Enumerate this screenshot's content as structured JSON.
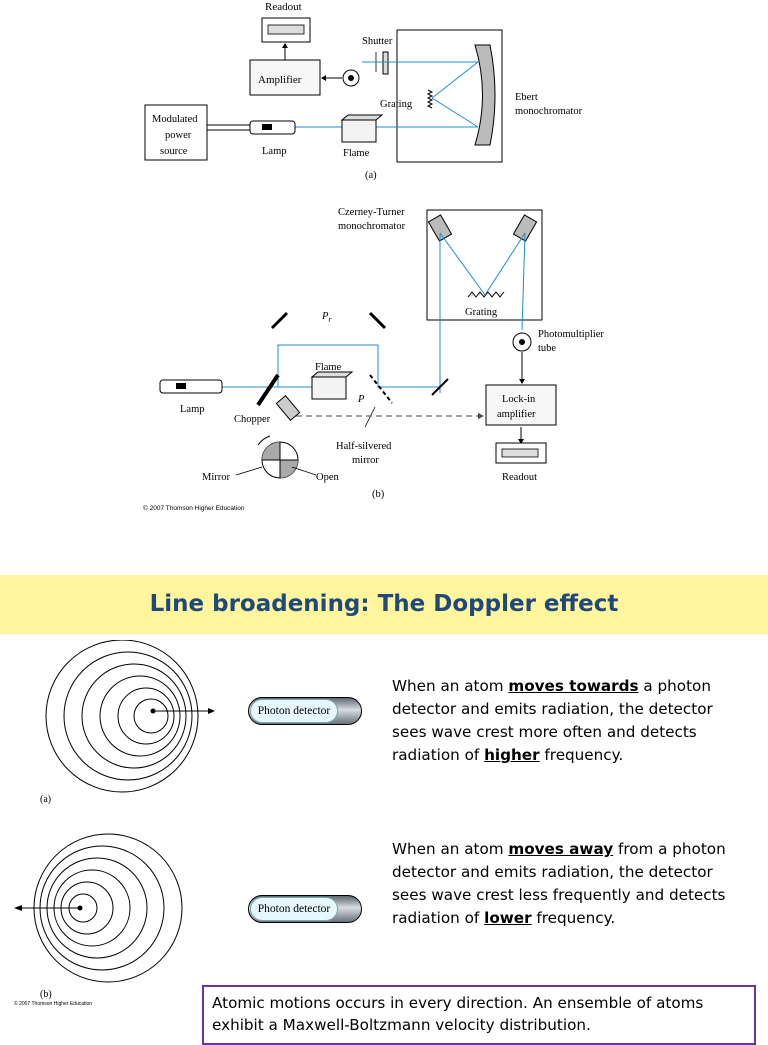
{
  "diagram_a": {
    "readout": "Readout",
    "shutter": "Shutter",
    "amplifier": "Amplifier",
    "grating": "Grating",
    "ebert_line1": "Ebert",
    "ebert_line2": "monochromator",
    "power_line1": "Modulated",
    "power_line2": "power",
    "power_line3": "source",
    "lamp": "Lamp",
    "flame": "Flame",
    "caption": "(a)"
  },
  "diagram_b": {
    "ct_line1": "Czerney-Turner",
    "ct_line2": "monochromator",
    "grating": "Grating",
    "pr": "P",
    "pr_sub": "r",
    "pm_line1": "Photomultiplier",
    "pm_line2": "tube",
    "flame": "Flame",
    "p": "P",
    "lamp": "Lamp",
    "chopper": "Chopper",
    "lockin_line1": "Lock-in",
    "lockin_line2": "amplifier",
    "halfsilver_line1": "Half-silvered",
    "halfsilver_line2": "mirror",
    "mirror": "Mirror",
    "open": "Open",
    "readout": "Readout",
    "caption": "(b)",
    "copyright": "© 2007 Thomson Higher Education"
  },
  "banner": {
    "title": "Line broadening: The Doppler effect",
    "color": "#fff59d",
    "title_color": "#1f497d"
  },
  "doppler": {
    "detector_label": "Photon detector",
    "caption_a": "(a)",
    "caption_b": "(b)",
    "copyright": "© 2007 Thomson Higher Education",
    "para_a": {
      "t1": "When an atom ",
      "k1": "moves towards",
      "t2": " a photon detector and emits radiation, the detector sees wave crest more often and detects radiation of ",
      "k2": "higher",
      "t3": " frequency."
    },
    "para_b": {
      "t1": "When an atom ",
      "k1": "moves away",
      "t2": " from a photon detector and emits radiation, the detector sees wave crest less frequently and detects radiation of ",
      "k2": "lower",
      "t3": " frequency."
    },
    "note": "Atomic motions occurs in every direction. An ensemble of atoms exhibit a Maxwell-Boltzmann velocity distribution.",
    "note_border_color": "#7030a0",
    "beam_color": "#1e90c8"
  }
}
